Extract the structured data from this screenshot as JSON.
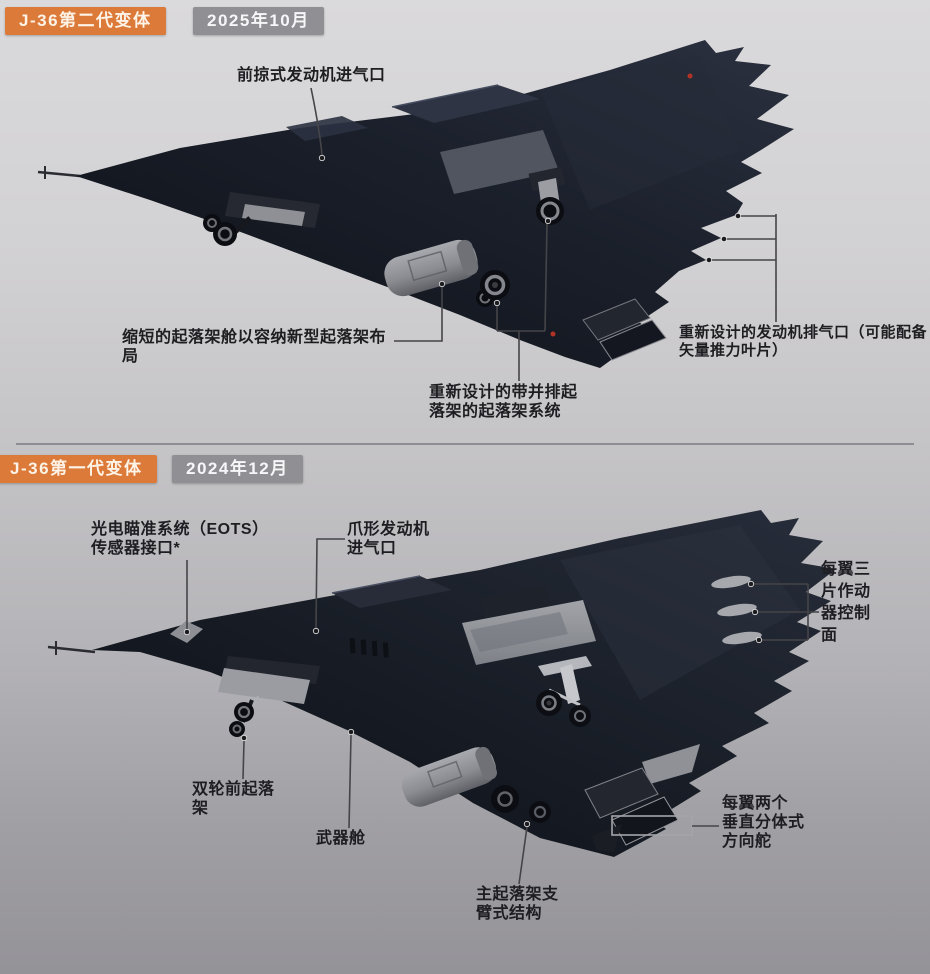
{
  "colors": {
    "badge_orange": "#dc7a39",
    "badge_gray": "#8f8f94",
    "aircraft_dark": "#141720",
    "label_text": "#1e1e22",
    "leader_line": "#454549",
    "marker_red": "#b13326",
    "background_top": "#dad9db",
    "background_bottom": "#949398"
  },
  "sections": [
    {
      "variant_label": "J-36第二代变体",
      "date_label": "2025年10月",
      "annotations": {
        "intake": "前掠式发动机进气口",
        "gear_bay": "缩短的起落架舱以容纳新型起落架布\n局",
        "gear_system": "重新设计的带并排起\n落架的起落架系统",
        "exhaust": "重新设计的发动机排气口（可能配备\n矢量推力叶片）"
      }
    },
    {
      "variant_label": "J-36第一代变体",
      "date_label": "2024年12月",
      "annotations": {
        "eots": "光电瞄准系统（EOTS）\n传感器接口*",
        "claw_intake": "爪形发动机\n进气口",
        "actuators": "每翼三\n片作动\n器控制\n面",
        "nose_gear": "双轮前起落\n架",
        "weapons_bay": "武器舱",
        "main_gear": "主起落架支\n臂式结构",
        "rudders": "每翼两个\n垂直分体式\n方向舵"
      }
    }
  ]
}
